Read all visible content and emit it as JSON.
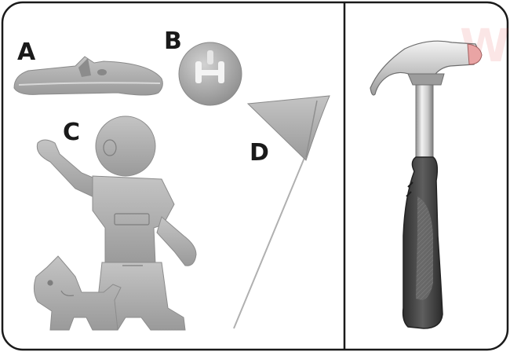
{
  "parts": {
    "a": {
      "label": "A"
    },
    "b": {
      "label": "B"
    },
    "c": {
      "label": "C"
    },
    "d": {
      "label": "D"
    }
  },
  "colors": {
    "frame": "#1a1a1a",
    "part_gray": "#a8a8a8",
    "handle_dark": "#4a4a4a",
    "watermark_red": "#e03030"
  },
  "icons": [
    "base-clip",
    "peg-cap",
    "boy-and-dog-cutout",
    "pennant-flag",
    "claw-hammer"
  ]
}
